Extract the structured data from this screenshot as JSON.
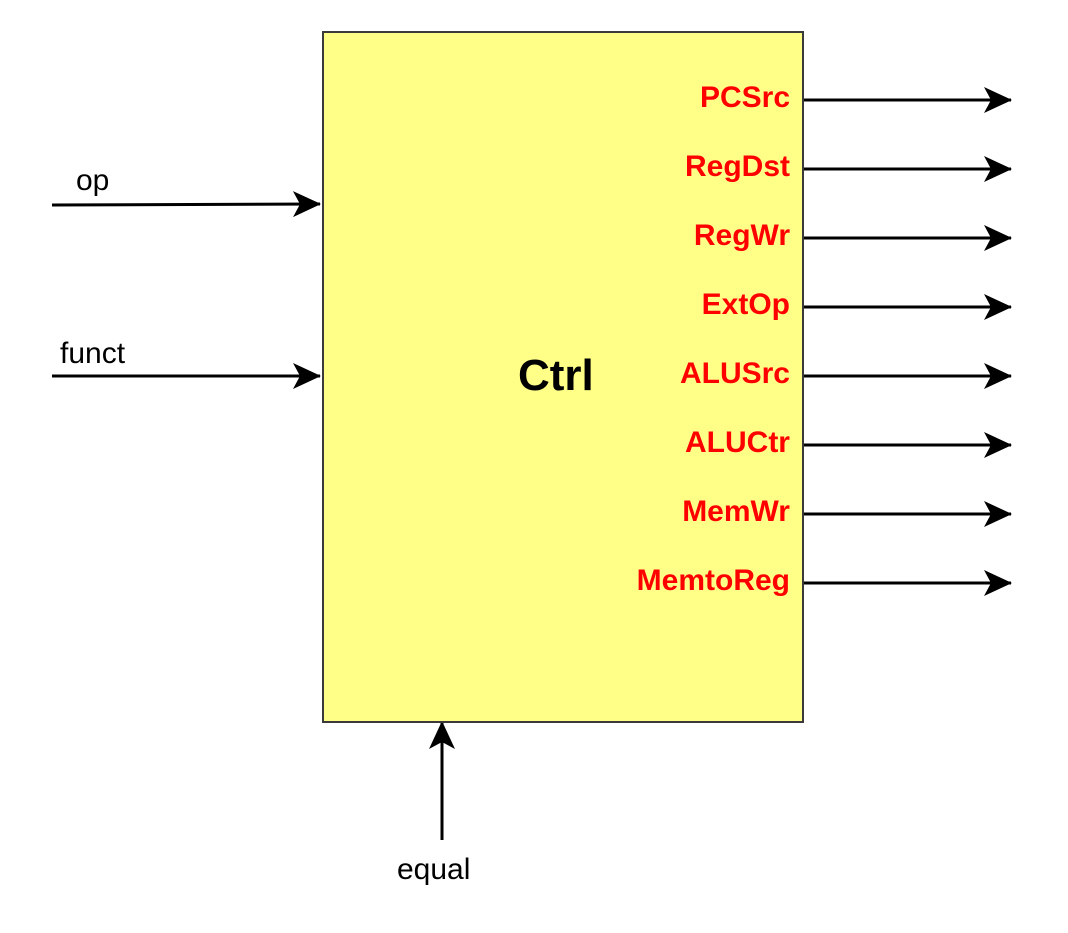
{
  "colors": {
    "block_fill": "#ffff88",
    "block_border": "#3a3a3a",
    "output_text": "#ff0000",
    "wire": "#000000"
  },
  "block": {
    "title": "Ctrl"
  },
  "inputs": {
    "op": "op",
    "funct": "funct",
    "equal": "equal"
  },
  "outputs": [
    "PCSrc",
    "RegDst",
    "RegWr",
    "ExtOp",
    "ALUSrc",
    "ALUCtr",
    "MemWr",
    "MemtoReg"
  ]
}
